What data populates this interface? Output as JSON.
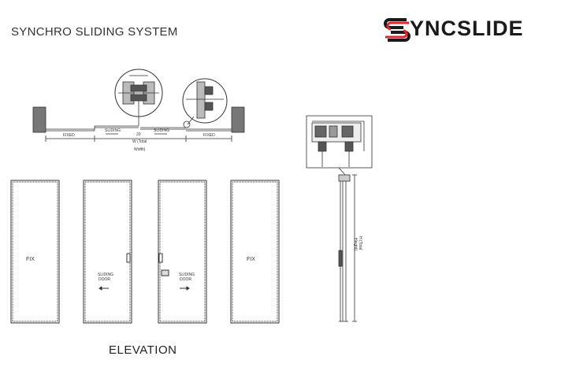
{
  "header": {
    "title": "SYNCHRO SLIDING SYSTEM",
    "logo_text": "YNCSLIDE"
  },
  "plan": {
    "left_fixed": "FIXED",
    "sliding_left": "SLIDING",
    "dim_top": "20",
    "sliding_right": "SLIDING",
    "right_fixed": "FIXED",
    "width_line1": "W (Total",
    "width_line2": "Width)"
  },
  "elevation": {
    "panel1": "FIX",
    "panel2_line1": "SLIDING",
    "panel2_line2": "DOOR",
    "panel3_line1": "SLIDING",
    "panel3_line2": "DOOR",
    "panel4": "FIX",
    "label": "ELEVATION"
  },
  "section": {
    "height_line1": "H (Total",
    "height_line2": "Height)"
  },
  "colors": {
    "brand_red": "#e0262b",
    "line": "#333333"
  }
}
